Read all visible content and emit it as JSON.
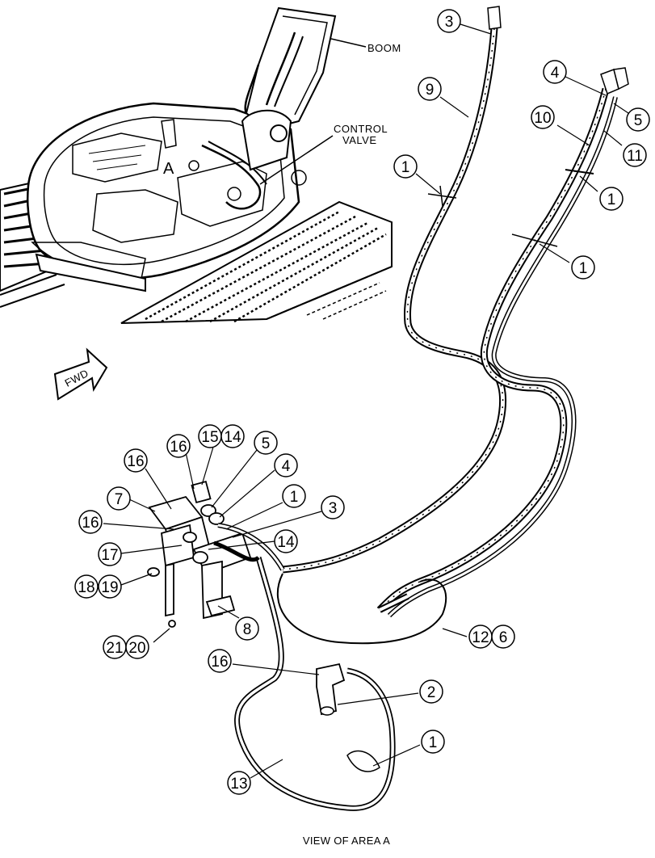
{
  "diagram": {
    "labels": {
      "boom": "BOOM",
      "control_valve_line1": "CONTROL",
      "control_valve_line2": "VALVE",
      "area": "A",
      "fwd": "FWD",
      "caption": "VIEW OF AREA A"
    },
    "callouts": [
      "3",
      "9",
      "4",
      "5",
      "10",
      "11",
      "1",
      "1",
      "1",
      "16",
      "15",
      "14",
      "5",
      "16",
      "4",
      "7",
      "1",
      "3",
      "16",
      "14",
      "17",
      "18",
      "19",
      "8",
      "12",
      "6",
      "21",
      "20",
      "16",
      "2",
      "1",
      "13"
    ]
  }
}
